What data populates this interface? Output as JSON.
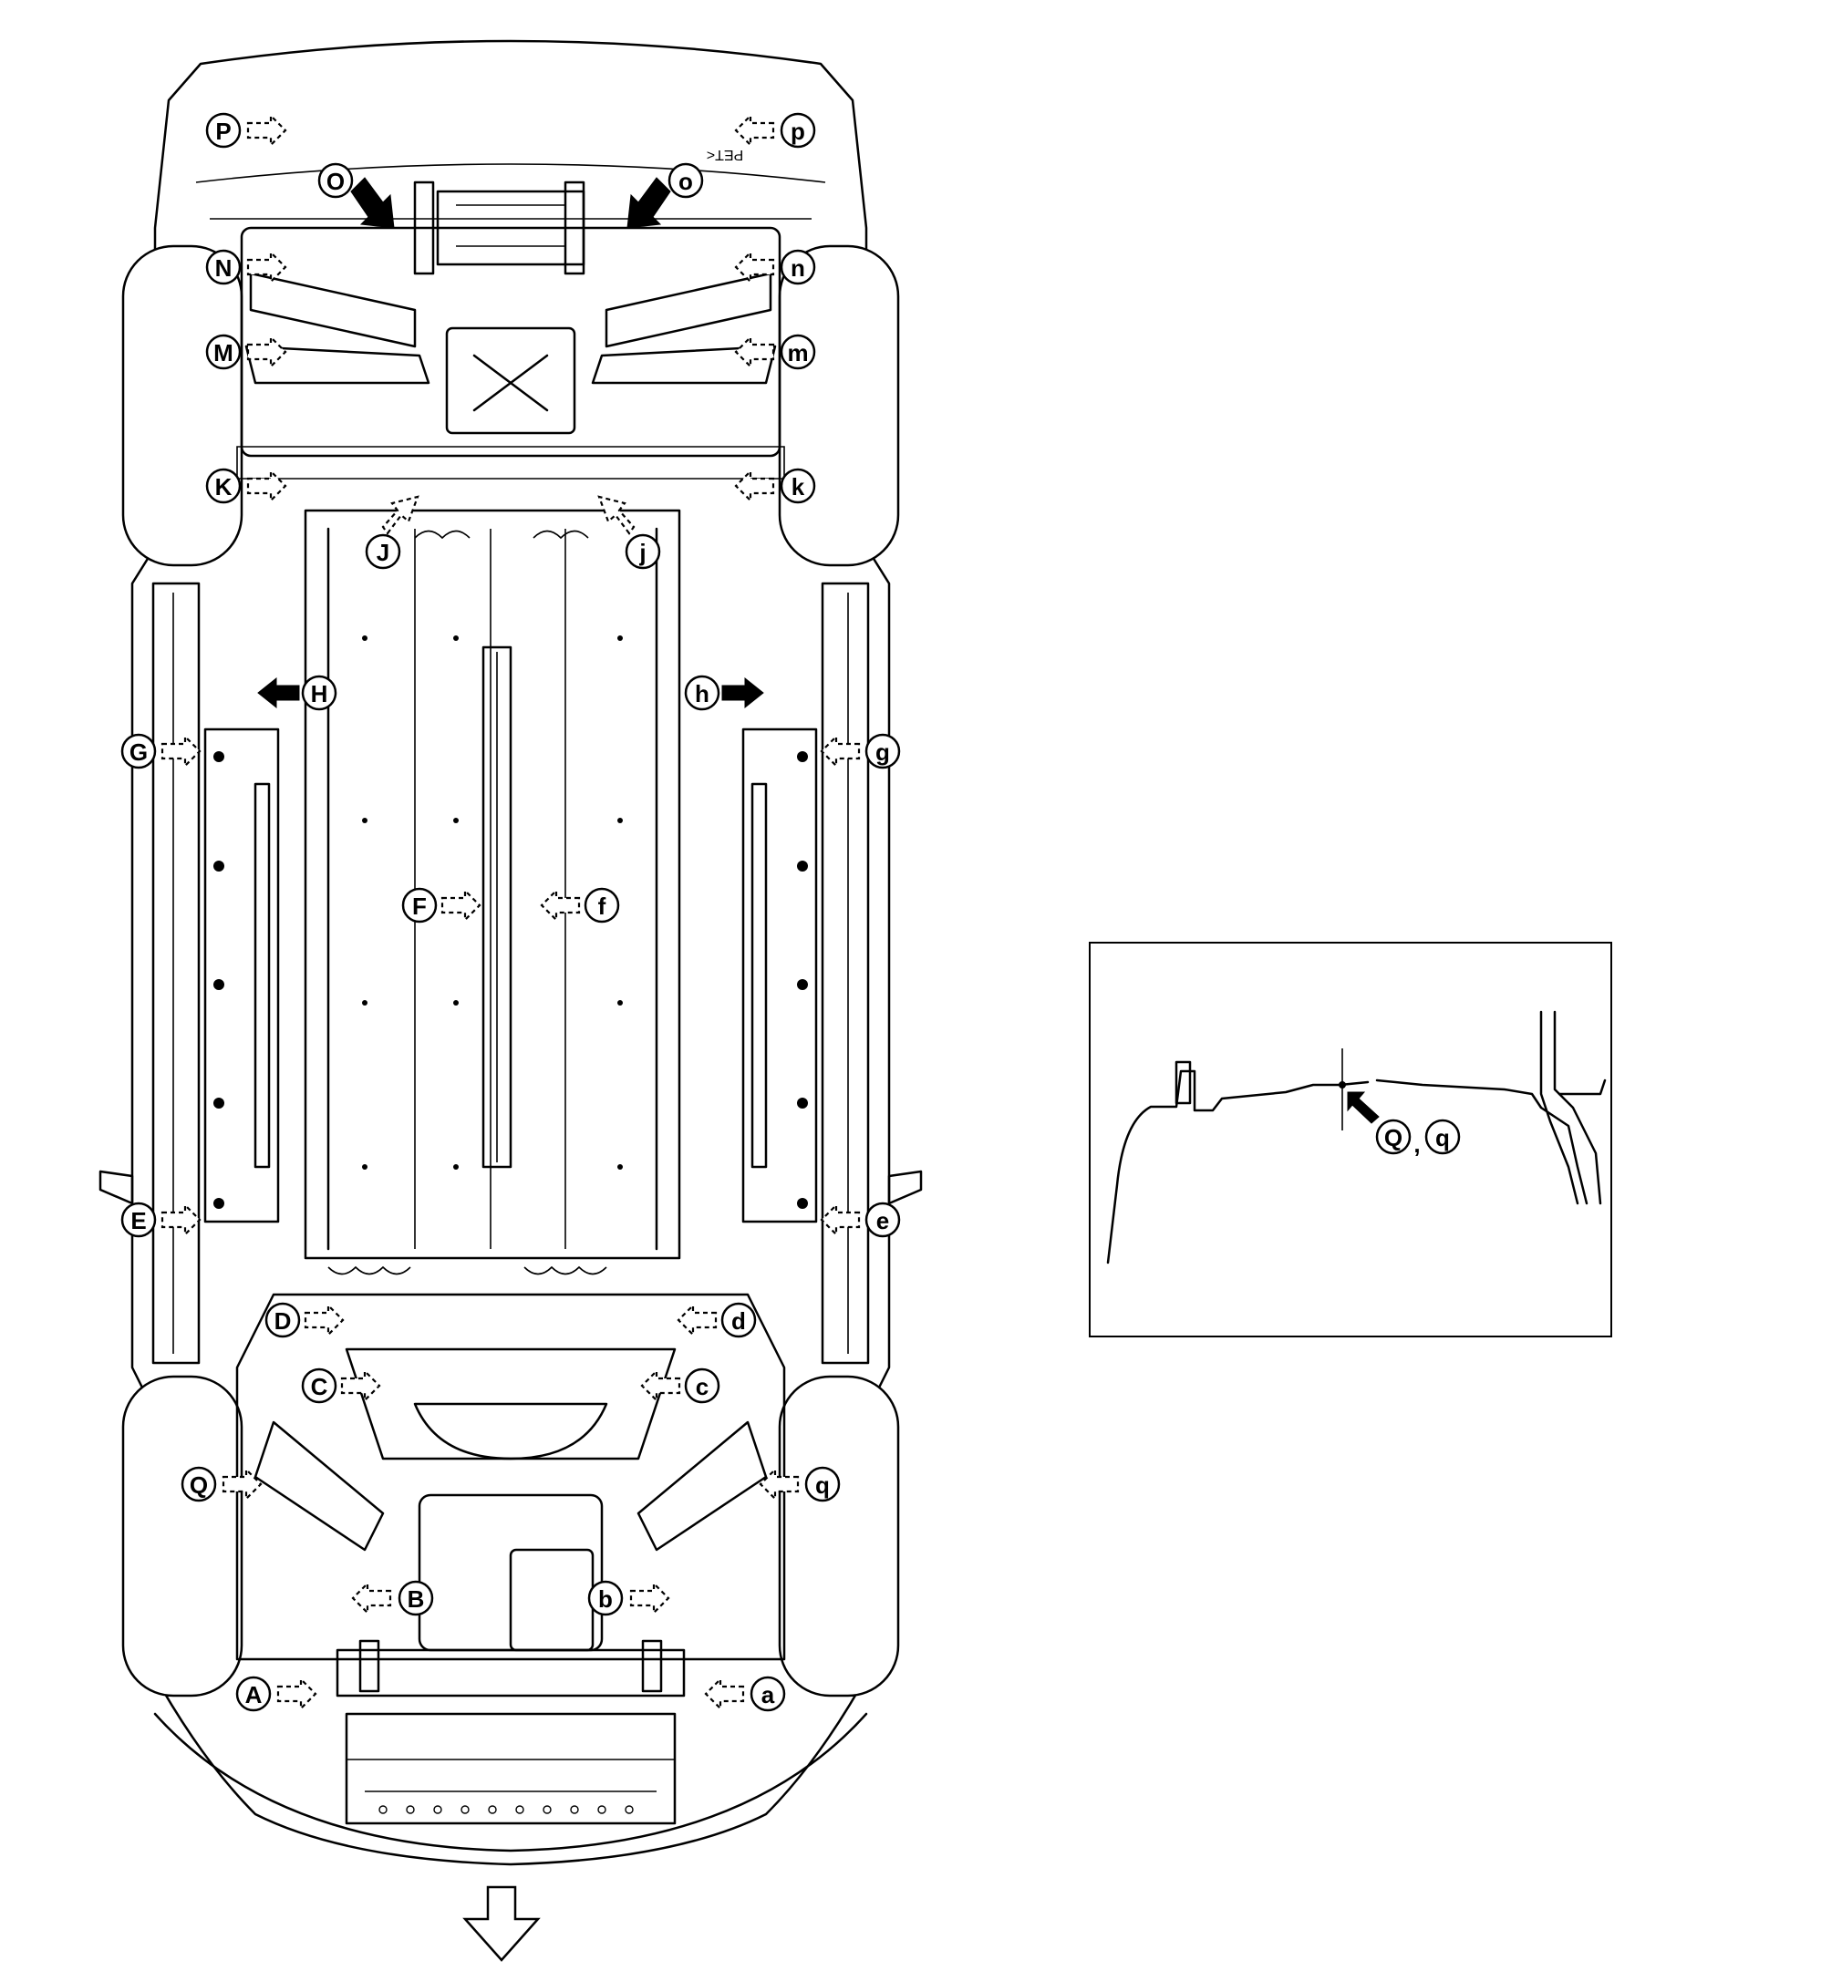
{
  "labels": {
    "A": "A",
    "a": "a",
    "B": "B",
    "b": "b",
    "C": "C",
    "c": "c",
    "D": "D",
    "d": "d",
    "E": "E",
    "e": "e",
    "F": "F",
    "f": "f",
    "G": "G",
    "g": "g",
    "H": "H",
    "h": "h",
    "J": "J",
    "j": "j",
    "K": "K",
    "k": "k",
    "M": "M",
    "m": "m",
    "N": "N",
    "n": "n",
    "O": "O",
    "o": "o",
    "P": "P",
    "p": "p",
    "Q": "Q",
    "q": "q"
  },
  "inset": {
    "label_left": "Q",
    "separator": ",",
    "label_right": "q"
  },
  "stamp": "PET<",
  "direction_arrow": "front-direction-arrow"
}
